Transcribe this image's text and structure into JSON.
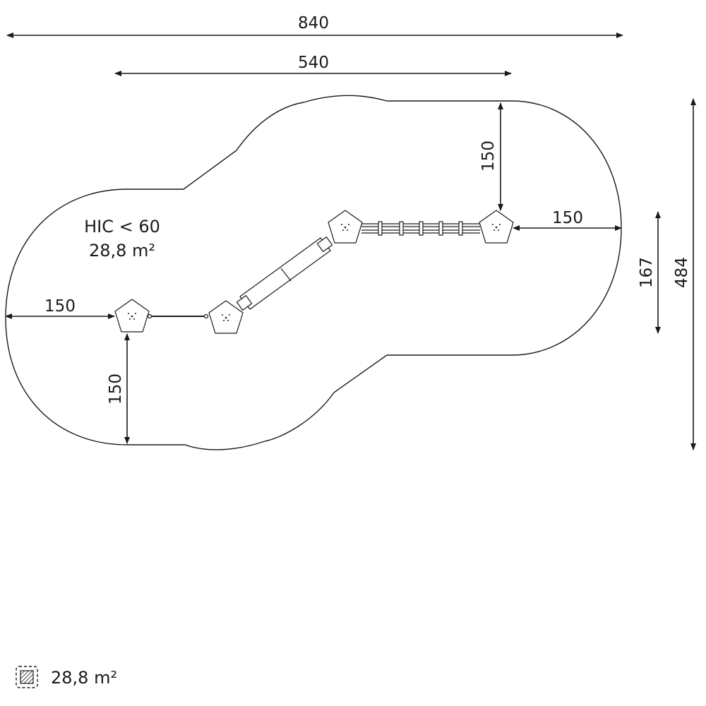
{
  "dimensions": {
    "total_width": "840",
    "inner_width": "540",
    "top_clearance": "150",
    "right_clearance": "150",
    "left_clearance": "150",
    "bottom_clearance": "150",
    "inner_height": "167",
    "total_height": "484"
  },
  "safety_area": {
    "hic_label": "HIC < 60",
    "area_label": "28,8 m²"
  },
  "legend": {
    "icon": "hatched-square-icon",
    "area_label": "28,8 m²"
  },
  "colors": {
    "line": "#1a1a1a",
    "fill": "#ffffff"
  }
}
